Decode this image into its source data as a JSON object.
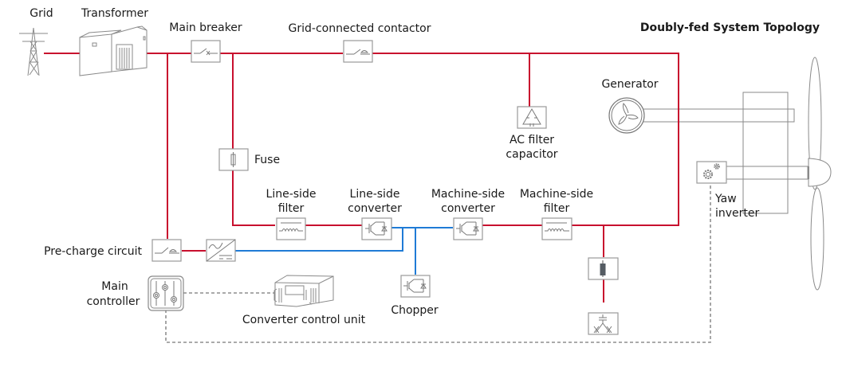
{
  "title": "Doubly-fed System Topology",
  "colors": {
    "ac_line": "#c8102e",
    "dc_line": "#1f7bd6",
    "control_line": "#777777",
    "component_outline": "#9a9a9a"
  },
  "labels": {
    "grid": "Grid",
    "transformer": "Transformer",
    "main_breaker": "Main breaker",
    "grid_connected_contactor": "Grid-connected contactor",
    "generator": "Generator",
    "ac_filter_capacitor": [
      "AC filter",
      "capacitor"
    ],
    "fuse": "Fuse",
    "line_side_filter": [
      "Line-side",
      "filter"
    ],
    "line_side_converter": [
      "Line-side",
      "converter"
    ],
    "machine_side_converter": [
      "Machine-side",
      "converter"
    ],
    "machine_side_filter": [
      "Machine-side",
      "filter"
    ],
    "yaw_inverter": [
      "Yaw",
      "inverter"
    ],
    "pre_charge_circuit": "Pre-charge circuit",
    "main_controller": [
      "Main",
      "controller"
    ],
    "converter_control_unit": "Converter control unit",
    "chopper": "Chopper"
  },
  "icons": {
    "grid": "transmission-tower-icon",
    "transformer": "transformer-cabinet-icon",
    "main_breaker": "circuit-breaker-icon",
    "contactor": "contactor-icon",
    "generator": "generator-icon",
    "ac_filter_capacitor": "capacitor-bank-icon",
    "fuse": "fuse-icon",
    "filter": "inductor-icon",
    "converter": "igbt-icon",
    "pre_charge_rectifier": "rectifier-icon",
    "main_controller": "slider-controls-icon",
    "converter_control_unit": "control-cabinet-icon",
    "yaw_inverter": "gears-icon",
    "crowbar_resistor": "resistor-icon",
    "surge_capacitor": "capacitor-star-icon"
  }
}
